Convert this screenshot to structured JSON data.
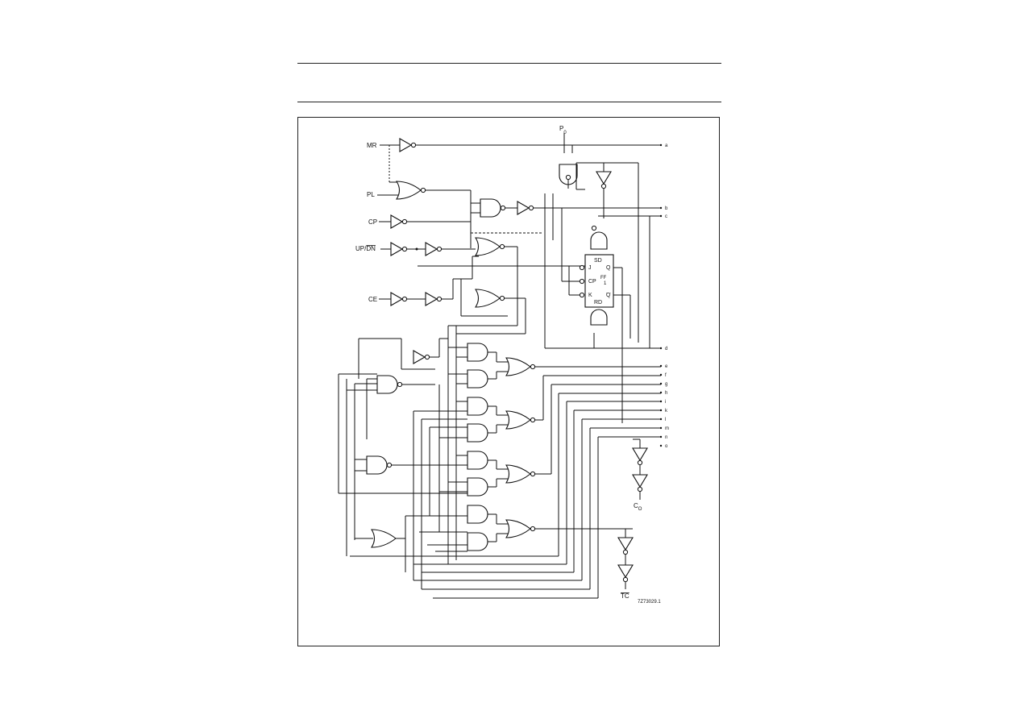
{
  "inputs": {
    "mr": "MR",
    "pl": "PL",
    "cp": "CP",
    "up_dn": "UP/",
    "up_dn_bar": "DN",
    "ce": "CE"
  },
  "parallel_input": {
    "base": "P",
    "sub": "0"
  },
  "flipflop": {
    "sd": "SD",
    "rd": "RD",
    "j": "J",
    "cp": "CP",
    "k": "K",
    "q": "Q",
    "q_bar": "Q",
    "ff": "FF",
    "ff_num": "1"
  },
  "right_bus_labels": [
    "a",
    "b",
    "c",
    "d",
    "e",
    "f",
    "g",
    "h",
    "i",
    "k",
    "l",
    "m",
    "n",
    "o"
  ],
  "outputs": {
    "co": {
      "base": "C",
      "sub": "O"
    },
    "tc": "TC"
  },
  "figure_code": "7Z73029.1"
}
